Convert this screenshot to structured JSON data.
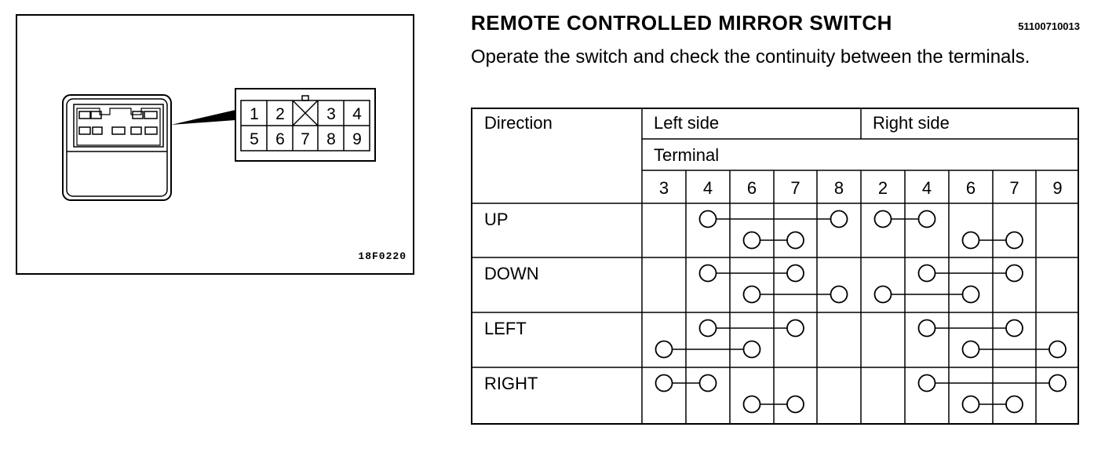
{
  "figure": {
    "code": "18F0220",
    "connector_pins": {
      "top": [
        "1",
        "2",
        "",
        "3",
        "4"
      ],
      "bottom": [
        "5",
        "6",
        "7",
        "8",
        "9"
      ]
    }
  },
  "header": {
    "title": "REMOTE CONTROLLED MIRROR SWITCH",
    "code": "51100710013"
  },
  "intro": "Operate the switch and check the continuity between the terminals.",
  "table": {
    "direction_label": "Direction",
    "left_side_label": "Left side",
    "right_side_label": "Right side",
    "terminal_label": "Terminal",
    "terminals": [
      "3",
      "4",
      "6",
      "7",
      "8",
      "2",
      "4",
      "6",
      "7",
      "9"
    ],
    "rows": [
      {
        "label": "UP",
        "connections": [
          [
            [
              1,
              4
            ],
            [
              2,
              3
            ]
          ],
          [
            [
              5,
              6
            ],
            [
              7,
              8
            ]
          ]
        ]
      },
      {
        "label": "DOWN",
        "connections": [
          [
            [
              1,
              3
            ],
            [
              2,
              4
            ]
          ],
          [
            [
              6,
              8
            ],
            [
              5,
              7
            ]
          ]
        ]
      },
      {
        "label": "LEFT",
        "connections": [
          [
            [
              1,
              3
            ],
            [
              0,
              2
            ]
          ],
          [
            [
              6,
              8
            ],
            [
              7,
              9
            ]
          ]
        ]
      },
      {
        "label": "RIGHT",
        "connections": [
          [
            [
              0,
              1
            ],
            [
              2,
              3
            ]
          ],
          [
            [
              6,
              9
            ],
            [
              7,
              8
            ]
          ]
        ]
      }
    ]
  }
}
